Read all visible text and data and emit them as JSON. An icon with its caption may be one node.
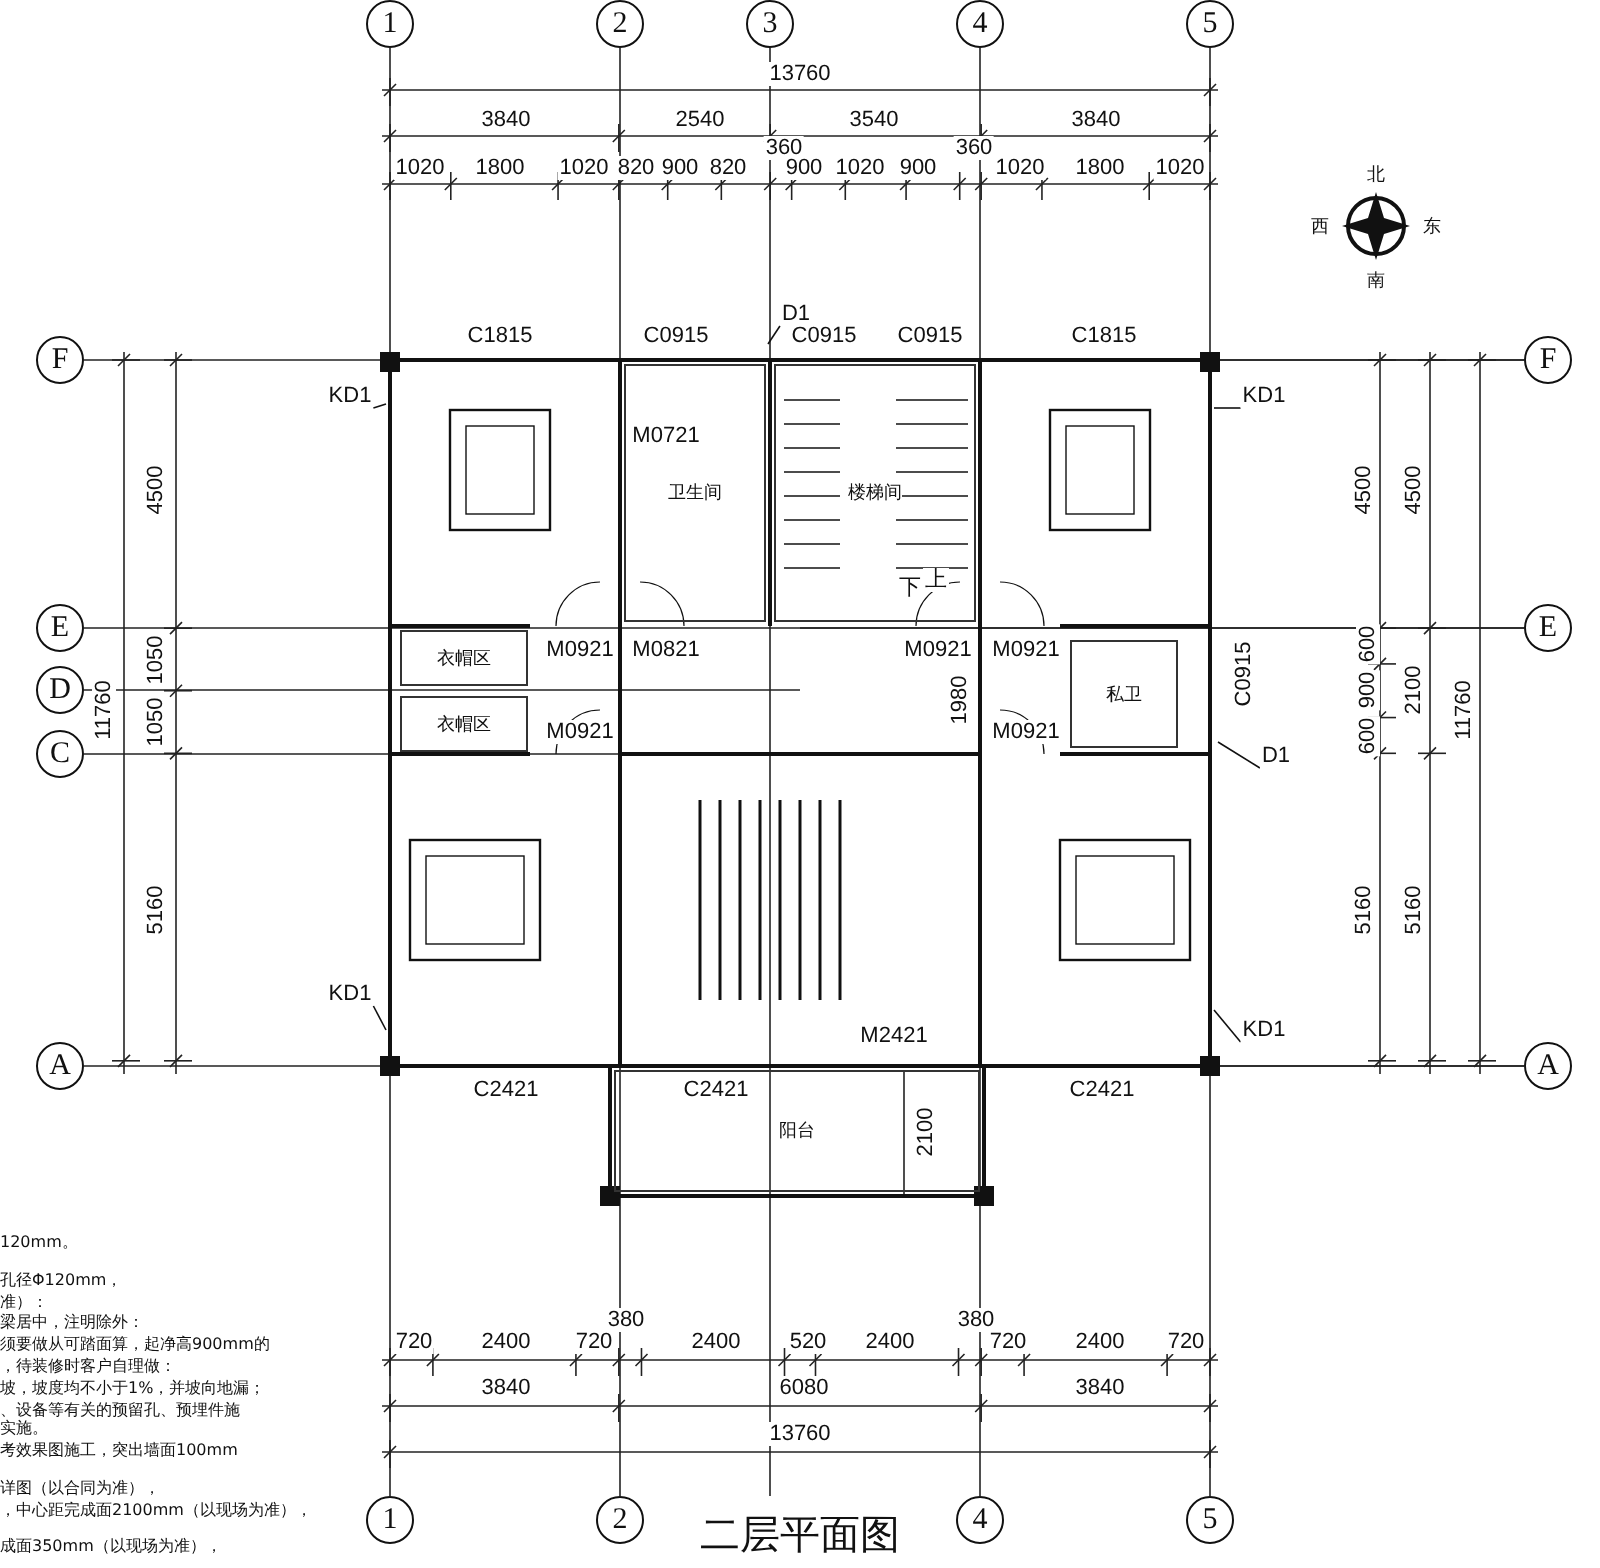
{
  "diagram": {
    "caption": "二层平面图",
    "nodes": [
      {
        "text": [
          "1"
        ]
      },
      {
        "text": [
          "2"
        ]
      },
      {
        "text": [
          "3"
        ]
      },
      {
        "text": [
          "4"
        ]
      },
      {
        "text": [
          "5"
        ]
      },
      {
        "text": [
          "1"
        ]
      },
      {
        "text": [
          "2"
        ]
      },
      {
        "text": [
          "4"
        ]
      },
      {
        "text": [
          "5"
        ]
      },
      {
        "text": [
          "F"
        ]
      },
      {
        "text": [
          "E"
        ]
      },
      {
        "text": [
          "D"
        ]
      },
      {
        "text": [
          "C"
        ]
      },
      {
        "text": [
          "A"
        ]
      },
      {
        "text": [
          "F"
        ]
      },
      {
        "text": [
          "E"
        ]
      },
      {
        "text": [
          "A"
        ]
      },
      {
        "text": [
          "卫生间"
        ]
      },
      {
        "text": [
          "楼梯间"
        ]
      },
      {
        "text": [
          "衣帽区"
        ]
      },
      {
        "text": [
          "衣帽区"
        ]
      },
      {
        "text": [
          "私卫"
        ]
      },
      {
        "text": [
          "阳台"
        ]
      },
      {
        "text": [
          "KD1"
        ]
      },
      {
        "text": [
          "KD1"
        ]
      },
      {
        "text": [
          "KD1"
        ]
      },
      {
        "text": [
          "KD1"
        ]
      },
      {
        "text": [
          "D1"
        ]
      },
      {
        "text": [
          "D1"
        ]
      }
    ],
    "edges": [
      {
        "from": 23,
        "to": null,
        "arrow": "none"
      },
      {
        "from": 24,
        "to": null,
        "arrow": "none"
      },
      {
        "from": 25,
        "to": null,
        "arrow": "none"
      },
      {
        "from": 26,
        "to": null,
        "arrow": "none"
      },
      {
        "from": 27,
        "to": null,
        "arrow": "none"
      },
      {
        "from": 28,
        "to": null,
        "arrow": "none"
      }
    ],
    "labels": [
      "13760",
      "3840",
      "2540",
      "3540",
      "3840",
      "360",
      "360",
      "1020",
      "1800",
      "1020",
      "820",
      "900",
      "820",
      "900",
      "1020",
      "900",
      "1020",
      "1800",
      "1020",
      "北",
      "西",
      "东",
      "南",
      "C1815",
      "C0915",
      "C0915",
      "C0915",
      "C1815",
      "4500",
      "11760",
      "1050",
      "1050",
      "5160",
      "M0721",
      "M0921",
      "M0821",
      "M0921",
      "M0921",
      "M0921",
      "1980",
      "M0921",
      "C0915",
      "下",
      "上",
      "4500",
      "4500",
      "600",
      "900",
      "600",
      "2100",
      "11760",
      "5160",
      "5160",
      "M2421",
      "C2421",
      "C2421",
      "C2421",
      "2100",
      "720",
      "2400",
      "720",
      "380",
      "2400",
      "520",
      "2400",
      "380",
      "720",
      "2400",
      "720",
      "3840",
      "6080",
      "3840",
      "13760",
      "120mm。",
      "孔径Φ120mm，",
      "准）：",
      "梁居中，注明除外：",
      "须要做从可踏面算，起净高900mm的",
      "，待装修时客户自理做：",
      "坡，坡度均不小于1%，并坡向地漏；",
      "、设备等有关的预留孔、预埋件施",
      "实施。",
      "考效果图施工，突出墙面100mm",
      "详图（以合同为准），",
      "，中心距完成面2100mm（以现场为准），",
      "成面350mm（以现场为准），"
    ]
  }
}
